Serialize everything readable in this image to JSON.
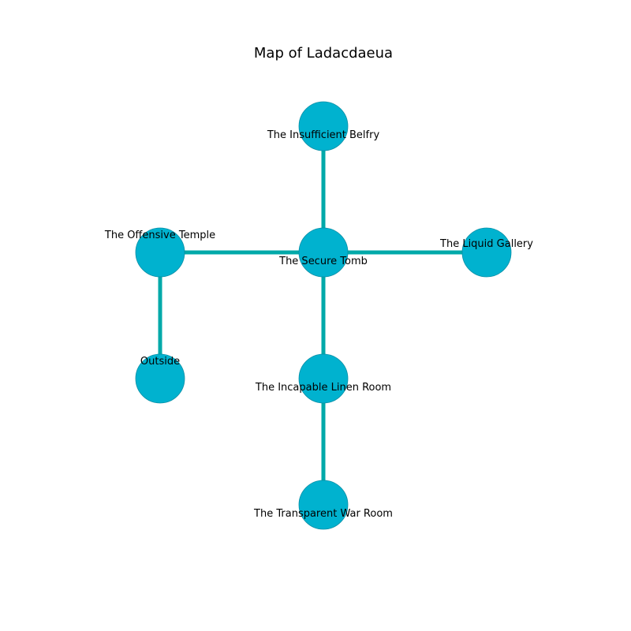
{
  "map": {
    "title": "Map of Ladacdaeua",
    "colors": {
      "node_fill": "#00b2cf",
      "node_stroke": "#0a8fa6",
      "edge": "#00a9a9"
    },
    "rooms": [
      {
        "id": "belfry",
        "name": "The Insufficient Belfry"
      },
      {
        "id": "temple",
        "name": "The Offensive Temple"
      },
      {
        "id": "tomb",
        "name": "The Secure Tomb"
      },
      {
        "id": "gallery",
        "name": "The Liquid Gallery"
      },
      {
        "id": "outside",
        "name": "Outside"
      },
      {
        "id": "linen",
        "name": "The Incapable Linen Room"
      },
      {
        "id": "warroom",
        "name": "The Transparent War Room"
      }
    ],
    "connections": [
      [
        "tomb",
        "belfry"
      ],
      [
        "tomb",
        "temple"
      ],
      [
        "tomb",
        "gallery"
      ],
      [
        "tomb",
        "linen"
      ],
      [
        "temple",
        "outside"
      ],
      [
        "linen",
        "warroom"
      ]
    ]
  }
}
